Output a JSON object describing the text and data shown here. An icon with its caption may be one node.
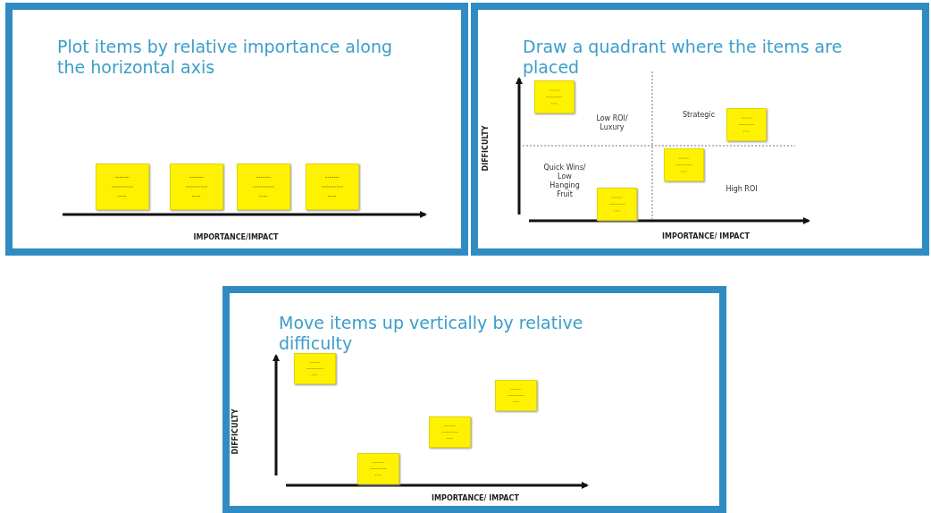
{
  "diagram": {
    "nodes": [
      {
        "text": [
          "Plot items by relative importance along the horizontal axis"
        ]
      },
      {
        "text": [],
        "shape": "box",
        "in": 0
      },
      {
        "text": [],
        "shape": "box",
        "in": 0
      },
      {
        "text": [],
        "shape": "box",
        "in": 0
      },
      {
        "text": [],
        "shape": "box",
        "in": 0
      },
      {
        "text": [
          "Draw a quadrant where the items are placed"
        ]
      },
      {
        "text": [],
        "shape": "box",
        "in": 5
      },
      {
        "text": [],
        "shape": "box",
        "in": 5
      },
      {
        "text": [],
        "shape": "box",
        "in": 5
      },
      {
        "text": [],
        "shape": "box",
        "in": 5
      },
      {
        "text": [
          "Move items up vertically by relative difficulty"
        ]
      },
      {
        "text": [],
        "shape": "box",
        "in": 10
      },
      {
        "text": [],
        "shape": "box",
        "in": 10
      },
      {
        "text": [],
        "shape": "box",
        "in": 10
      },
      {
        "text": [],
        "shape": "box",
        "in": 10
      }
    ],
    "edges": [],
    "labels": [
      "IMPORTANCE/IMPACT",
      "DIFFICULTY",
      "Low ROI/ Luxury",
      "Strategic",
      "Quick Wins/ Low Hanging Fruit",
      "High ROI",
      "IMPORTANCE/ IMPACT",
      "DIFFICULTY",
      "IMPORTANCE/ IMPACT"
    ]
  }
}
